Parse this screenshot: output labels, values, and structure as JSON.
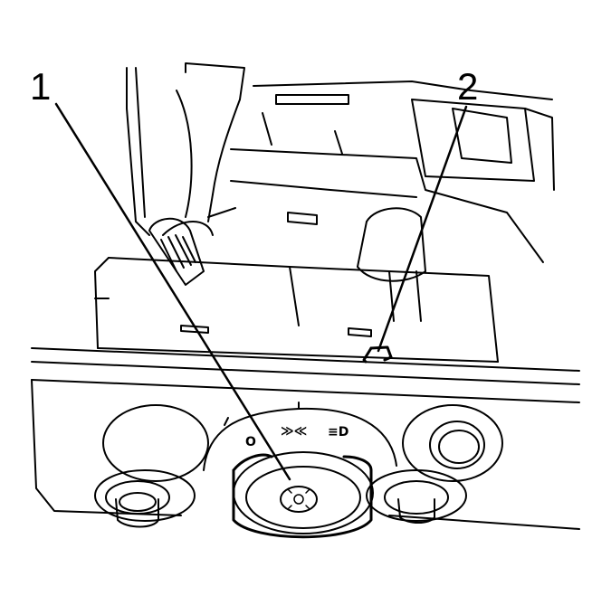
{
  "callouts": [
    {
      "id": "1",
      "label": "1"
    },
    {
      "id": "2",
      "label": "2"
    }
  ],
  "switch_symbols": {
    "off": "O",
    "parking": "≫≪",
    "headlamp": "≡D"
  },
  "colors": {
    "ink": "#000000",
    "paper": "#ffffff"
  }
}
